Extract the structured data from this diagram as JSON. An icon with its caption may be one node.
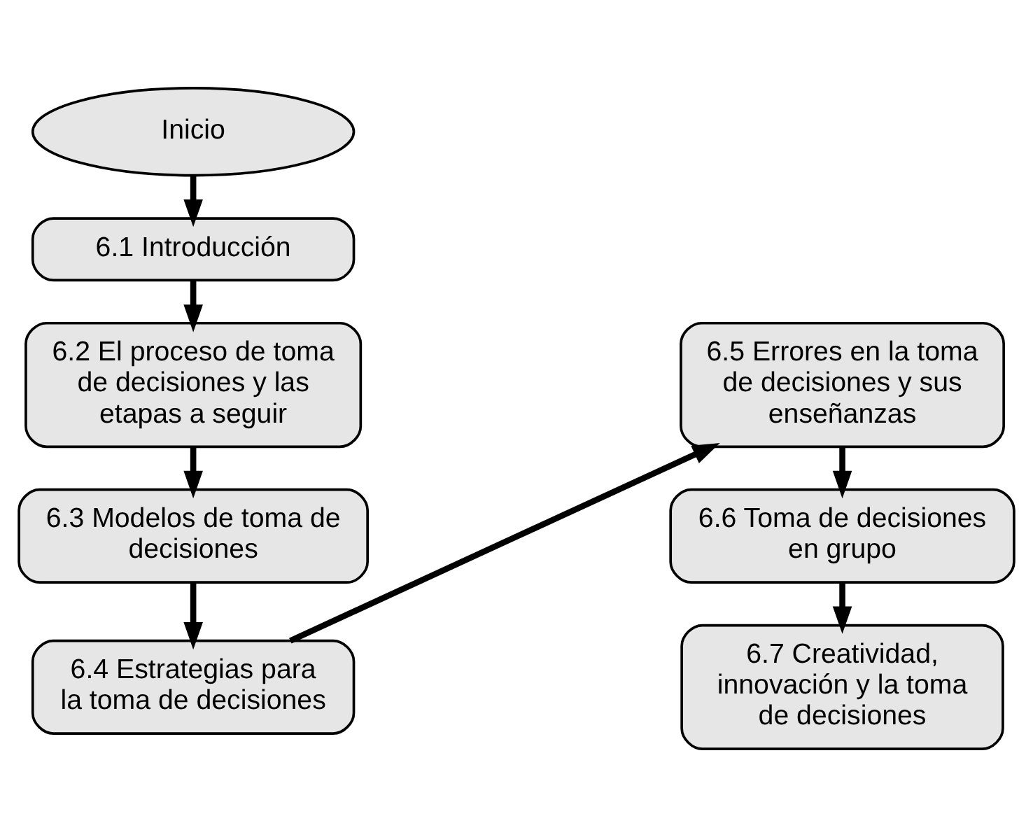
{
  "diagram": {
    "nodes": [
      {
        "text": [
          "Inicio"
        ]
      },
      {
        "text": [
          "6.1 Introducción"
        ]
      },
      {
        "text": [
          "6.2 El proceso de toma de decisiones y las etapas a seguir"
        ]
      },
      {
        "text": [
          "6.3 Modelos de toma de decisiones"
        ]
      },
      {
        "text": [
          "6.4 Estrategias para la toma de decisiones"
        ]
      },
      {
        "text": [
          "6.5 Errores en la toma de decisiones y sus enseñanzas"
        ]
      },
      {
        "text": [
          "6.6 Toma de decisiones en grupo"
        ]
      },
      {
        "text": [
          "6.7 Creatividad, innovación y la toma de decisiones"
        ]
      }
    ],
    "edges": [
      {
        "from": 0,
        "to": 1,
        "arrow": "to"
      },
      {
        "from": 1,
        "to": 2,
        "arrow": "to"
      },
      {
        "from": 2,
        "to": 3,
        "arrow": "to"
      },
      {
        "from": 3,
        "to": 4,
        "arrow": "to"
      },
      {
        "from": 4,
        "to": 5,
        "arrow": "to"
      },
      {
        "from": 5,
        "to": 6,
        "arrow": "to"
      },
      {
        "from": 6,
        "to": 7,
        "arrow": "to"
      }
    ]
  }
}
